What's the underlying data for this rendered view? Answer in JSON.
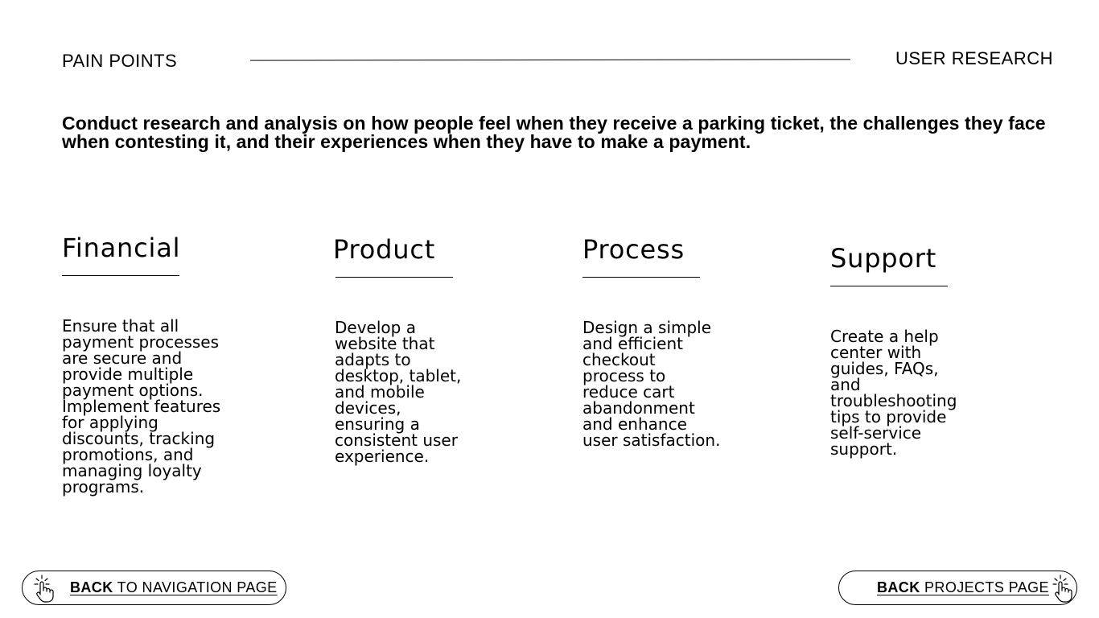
{
  "header": {
    "section_label": "PAIN POINTS",
    "page_title": "USER RESEARCH"
  },
  "intro": {
    "text": "Conduct research and analysis on how people feel when they receive a parking ticket, the challenges they face when contesting it, and their experiences when they have to make a payment."
  },
  "columns": [
    {
      "title": "Financial",
      "body": "Ensure that all payment processes are secure and provide multiple payment options. Implement features for applying discounts, tracking promotions, and managing loyalty programs."
    },
    {
      "title": "Product",
      "body": "Develop a website that adapts to desktop, tablet, and mobile devices, ensuring a consistent user experience."
    },
    {
      "title": "Process",
      "body": "Design a simple and efficient checkout process to reduce cart abandonment and enhance user satisfaction."
    },
    {
      "title": "Support",
      "body": "Create a help center with guides, FAQs, and troubleshooting tips to provide self-service support."
    }
  ],
  "nav": {
    "back_navigation": {
      "bold": "BACK",
      "rest": " TO NAVIGATION PAGE",
      "icon": "pointer-hand-click-icon"
    },
    "back_projects": {
      "bold": "BACK",
      "rest": " PROJECTS PAGE",
      "icon": "pointer-hand-click-icon"
    }
  }
}
